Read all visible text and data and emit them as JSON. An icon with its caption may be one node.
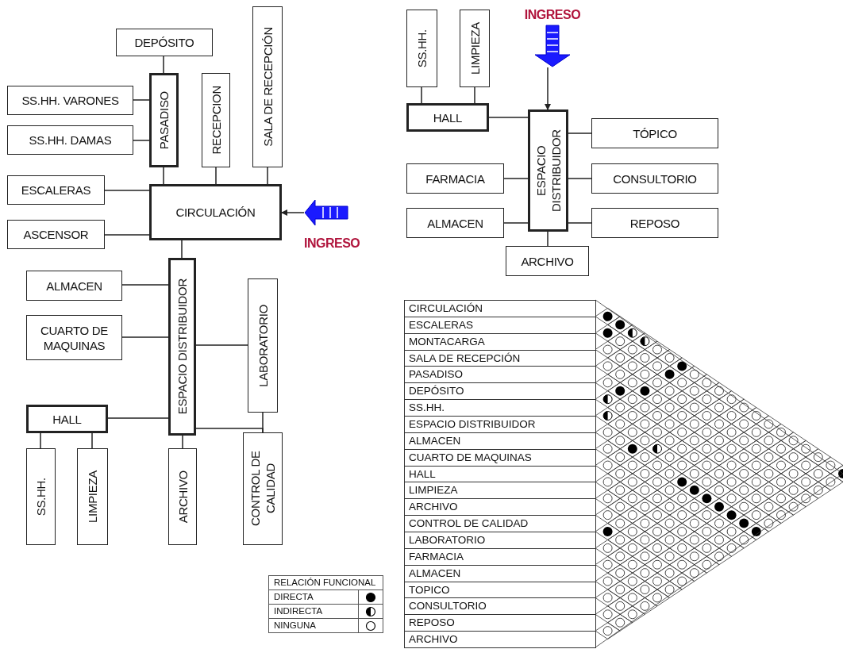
{
  "diagram": {
    "nodes": [
      {
        "text": [
          "DEPÓSITO"
        ]
      },
      {
        "text": [
          "SALA DE RECEPCIÓN"
        ]
      },
      {
        "text": [
          "SS.HH. VARONES"
        ]
      },
      {
        "text": [
          "PASADISO"
        ]
      },
      {
        "text": [
          "RECEPCION"
        ]
      },
      {
        "text": [
          "SS.HH. DAMAS"
        ]
      },
      {
        "text": [
          "ESCALERAS"
        ]
      },
      {
        "text": [
          "CIRCULACIÓN"
        ]
      },
      {
        "text": [
          "ASCENSOR"
        ]
      },
      {
        "text": [
          "ESPACIO DISTRIBUIDOR"
        ]
      },
      {
        "text": [
          "ALMACEN"
        ]
      },
      {
        "text": [
          "CUARTO DE MAQUINAS"
        ]
      },
      {
        "text": [
          "LABORATORIO"
        ]
      },
      {
        "text": [
          "HALL"
        ]
      },
      {
        "text": [
          "SS.HH."
        ]
      },
      {
        "text": [
          "LIMPIEZA"
        ]
      },
      {
        "text": [
          "ARCHIVO"
        ]
      },
      {
        "text": [
          "CONTROL DE CALIDAD"
        ]
      },
      {
        "text": [
          "INGRESO"
        ]
      },
      {
        "text": [
          "INGRESO"
        ]
      },
      {
        "text": [
          "SS.HH."
        ]
      },
      {
        "text": [
          "LIMPIEZA"
        ]
      },
      {
        "text": [
          "HALL"
        ]
      },
      {
        "text": [
          "ESPACIO DISTRIBUIDOR"
        ]
      },
      {
        "text": [
          "TÓPICO"
        ]
      },
      {
        "text": [
          "FARMACIA"
        ]
      },
      {
        "text": [
          "CONSULTORIO"
        ]
      },
      {
        "text": [
          "ALMACEN"
        ]
      },
      {
        "text": [
          "REPOSO"
        ]
      },
      {
        "text": [
          "ARCHIVO"
        ]
      }
    ],
    "edges": [
      {
        "from": 0,
        "to": 3,
        "arrow": "none"
      },
      {
        "from": 2,
        "to": 3,
        "arrow": "none"
      },
      {
        "from": 5,
        "to": 3,
        "arrow": "none"
      },
      {
        "from": 3,
        "to": 7,
        "arrow": "none"
      },
      {
        "from": 4,
        "to": 7,
        "arrow": "none"
      },
      {
        "from": 1,
        "to": 7,
        "arrow": "none"
      },
      {
        "from": 6,
        "to": 7,
        "arrow": "none"
      },
      {
        "from": 8,
        "to": 7,
        "arrow": "none"
      },
      {
        "from": 18,
        "to": 7,
        "arrow": "to"
      },
      {
        "from": 7,
        "to": 9,
        "arrow": "none"
      },
      {
        "from": 10,
        "to": 9,
        "arrow": "none"
      },
      {
        "from": 11,
        "to": 9,
        "arrow": "none"
      },
      {
        "from": 9,
        "to": 12,
        "arrow": "none"
      },
      {
        "from": 13,
        "to": 9,
        "arrow": "none"
      },
      {
        "from": 13,
        "to": 14,
        "arrow": "none"
      },
      {
        "from": 13,
        "to": 15,
        "arrow": "none"
      },
      {
        "from": 9,
        "to": 16,
        "arrow": "none"
      },
      {
        "from": 9,
        "to": 17,
        "arrow": "none"
      },
      {
        "from": 12,
        "to": 17,
        "arrow": "none"
      },
      {
        "from": 19,
        "to": 23,
        "arrow": "to"
      },
      {
        "from": 20,
        "to": 22,
        "arrow": "none"
      },
      {
        "from": 21,
        "to": 22,
        "arrow": "none"
      },
      {
        "from": 22,
        "to": 23,
        "arrow": "none"
      },
      {
        "from": 25,
        "to": 23,
        "arrow": "none"
      },
      {
        "from": 27,
        "to": 23,
        "arrow": "none"
      },
      {
        "from": 23,
        "to": 24,
        "arrow": "none"
      },
      {
        "from": 23,
        "to": 26,
        "arrow": "none"
      },
      {
        "from": 23,
        "to": 28,
        "arrow": "none"
      },
      {
        "from": 23,
        "to": 29,
        "arrow": "none"
      }
    ],
    "labels": [
      "CIRCULACIÓN",
      "ESCALERAS",
      "MONTACARGA",
      "SALA DE RECEPCIÓN",
      "PASADISO",
      "DEPÓSITO",
      "SS.HH.",
      "ESPACIO DISTRIBUIDOR",
      "ALMACEN",
      "CUARTO DE MAQUINAS",
      "HALL",
      "LIMPIEZA",
      "ARCHIVO",
      "CONTROL DE CALIDAD",
      "LABORATORIO",
      "FARMACIA",
      "ALMACEN",
      "TOPICO",
      "CONSULTORIO",
      "REPOSO",
      "ARCHIVO",
      "RELACIÓN FUNCIONAL"
    ],
    "legend": [
      {
        "text": "DIRECTA"
      },
      {
        "text": "INDIRECTA"
      },
      {
        "text": "NINGUNA"
      }
    ]
  }
}
